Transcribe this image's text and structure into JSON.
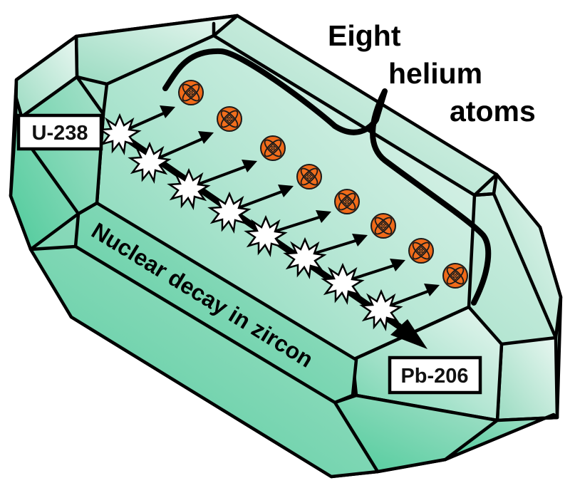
{
  "title": "Nuclear decay in zircon",
  "labels": {
    "parent": "U-238",
    "daughter": "Pb-206",
    "helium_line1": "Eight",
    "helium_line2": "helium",
    "helium_line3": "atoms",
    "crystal_caption": "Nuclear decay in zircon"
  },
  "counts": {
    "helium_atoms": 8,
    "decay_steps": 8
  },
  "colors": {
    "crystal_dark": "#5ccfa2",
    "crystal_light": "#e6f5ef",
    "helium_atom": "#f26e1c",
    "outline": "#000000",
    "label_box": "#ffffff"
  },
  "icons": {
    "helium": "helium-atom-icon",
    "decay": "starburst-icon",
    "emission": "arrow-icon"
  }
}
